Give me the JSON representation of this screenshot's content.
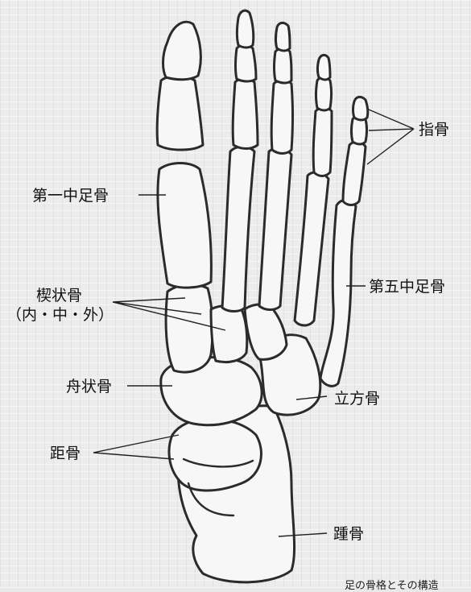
{
  "labels": {
    "phalanges": "指骨",
    "first_metatarsal": "第一中足骨",
    "fifth_metatarsal": "第五中足骨",
    "cuneiform_line1": "楔状骨",
    "cuneiform_line2": "（内・中・外）",
    "navicular": "舟状骨",
    "cuboid": "立方骨",
    "talus": "距骨",
    "calcaneus": "踵骨"
  },
  "caption": "足の骨格とその構造"
}
